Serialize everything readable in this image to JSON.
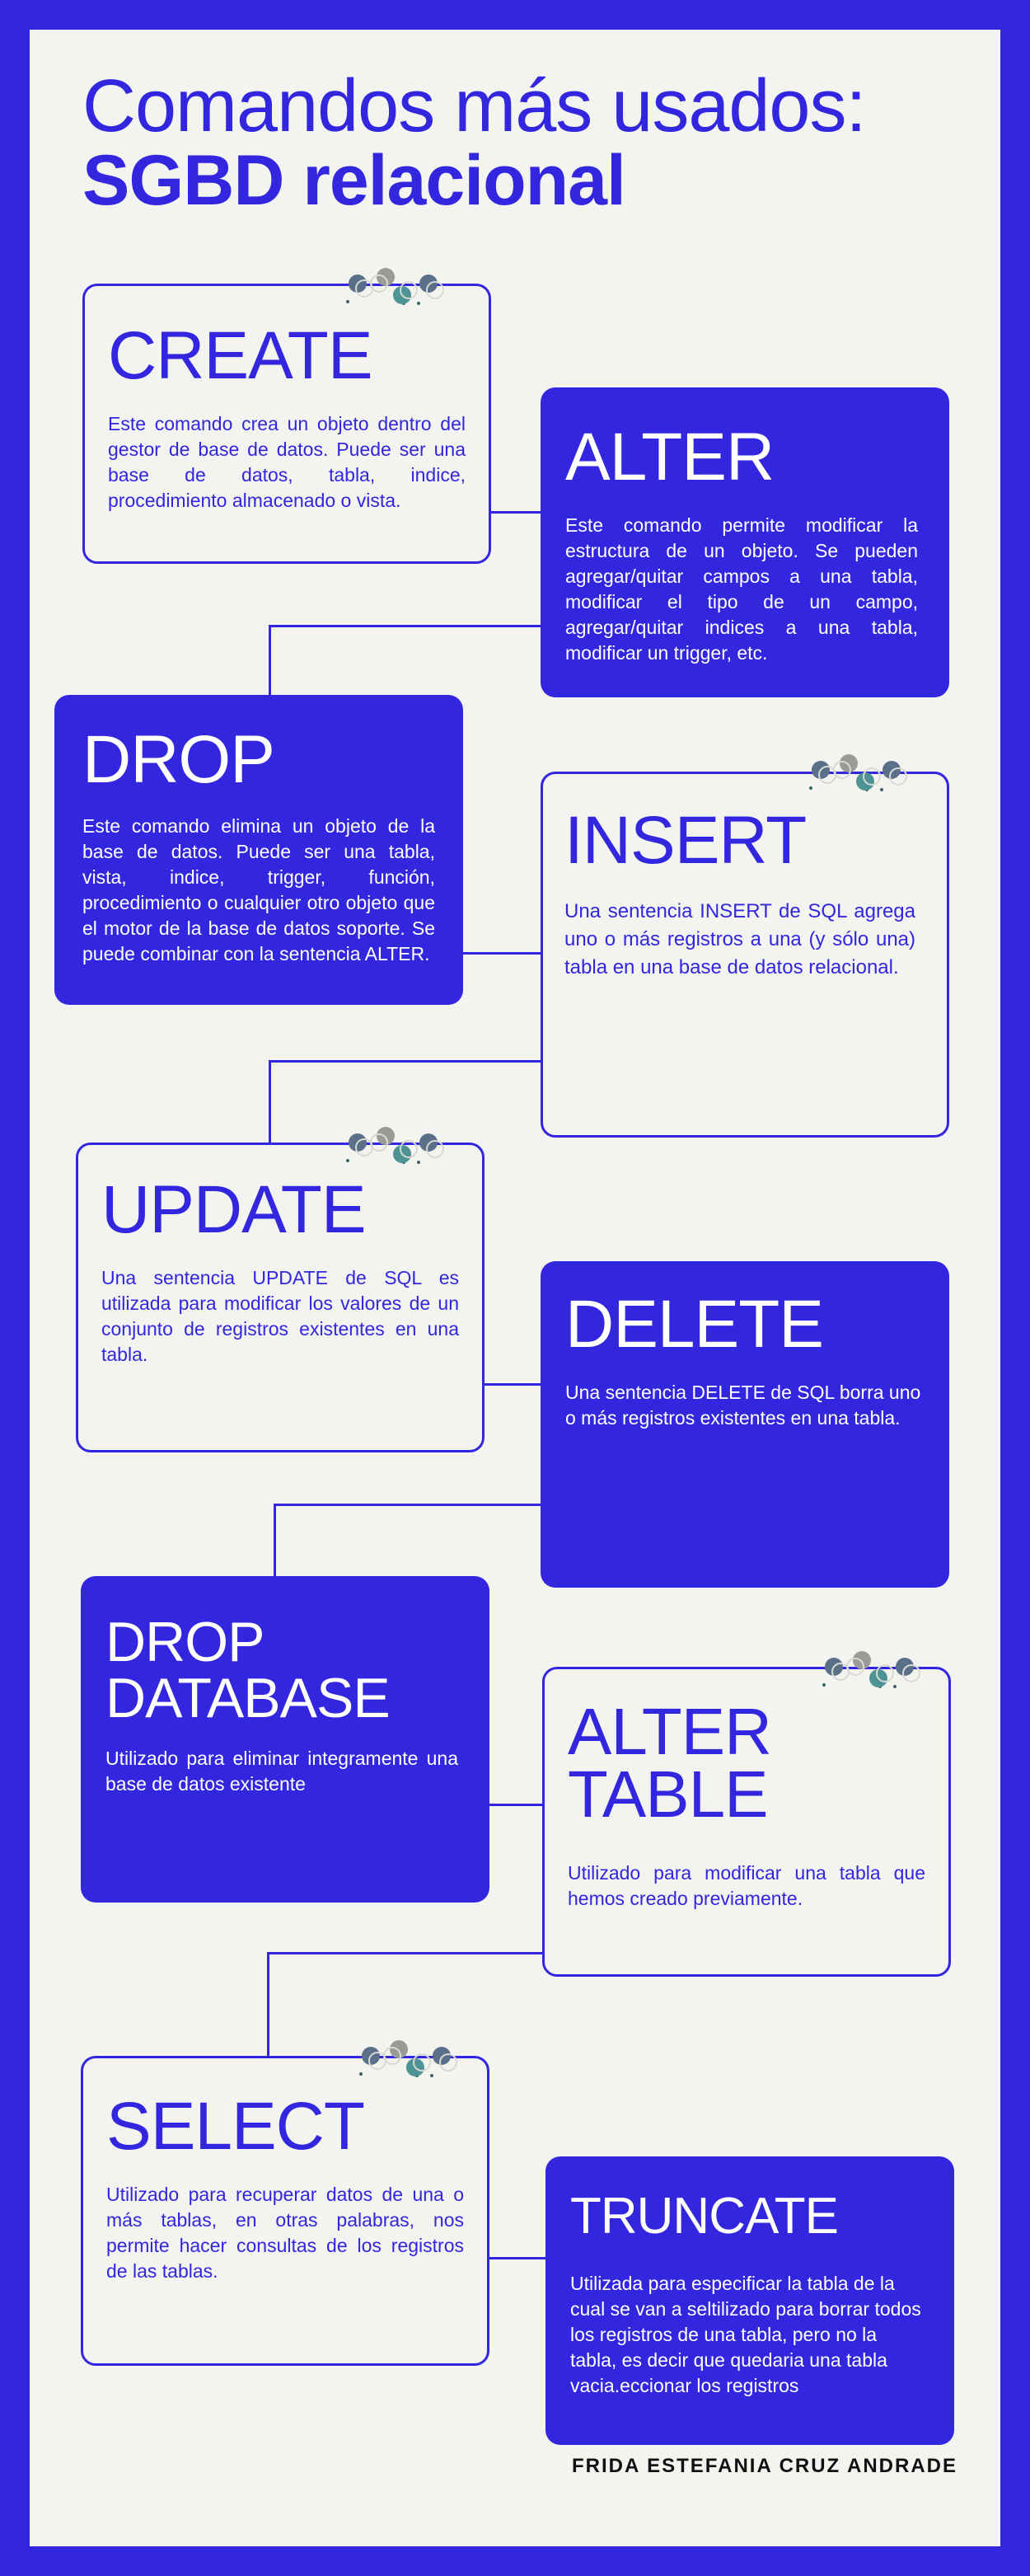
{
  "title": {
    "line1": "Comandos más usados:",
    "line2": "SGBD relacional"
  },
  "commands": [
    {
      "name": "CREATE",
      "description": "Este comando crea un objeto dentro del gestor de base de datos. Puede ser una base de datos, tabla, indice, procedimiento almacenado o vista."
    },
    {
      "name": "ALTER",
      "description": "Este comando permite modificar la estructura de un objeto. Se pueden agregar/quitar campos a una tabla, modificar el tipo de un campo, agregar/quitar indices a una tabla, modificar un trigger, etc."
    },
    {
      "name": "DROP",
      "description": "Este comando elimina un objeto de la base de datos. Puede ser una tabla, vista, indice, trigger, función, procedimiento o cualquier otro objeto que el motor de la base de datos soporte. Se puede combinar con la sentencia ALTER."
    },
    {
      "name": "INSERT",
      "description": "Una sentencia INSERT de SQL agrega uno o más registros a una (y sólo una) tabla en una base de datos relacional."
    },
    {
      "name": "UPDATE",
      "description": "Una sentencia UPDATE de SQL es utilizada para modificar los valores de un conjunto de registros existentes en una tabla."
    },
    {
      "name": "DELETE",
      "description": "Una sentencia DELETE de SQL borra uno o más registros existentes en una tabla."
    },
    {
      "name": "DROP DATABASE",
      "description": "Utilizado para eliminar integramente una base de datos existente"
    },
    {
      "name": "ALTER TABLE",
      "description": "Utilizado para modificar una tabla que hemos creado previamente."
    },
    {
      "name": "SELECT",
      "description": "Utilizado para recuperar datos de una o más tablas, en otras palabras, nos permite hacer consultas de los registros de las tablas."
    },
    {
      "name": "TRUNCATE",
      "description": "Utilizada para especificar la tabla de la cual se van a seltilizado para borrar todos los registros de una tabla, pero no la tabla, es decir que quedaria una tabla vacia.eccionar los registros"
    }
  ],
  "author": "FRIDA ESTEFANIA CRUZ ANDRADE",
  "colors": {
    "brand": "#3226df",
    "background": "#f3f3ef",
    "dot_slate": "#5a7088",
    "dot_gray": "#9a9a96",
    "dot_teal": "#4f9494"
  }
}
